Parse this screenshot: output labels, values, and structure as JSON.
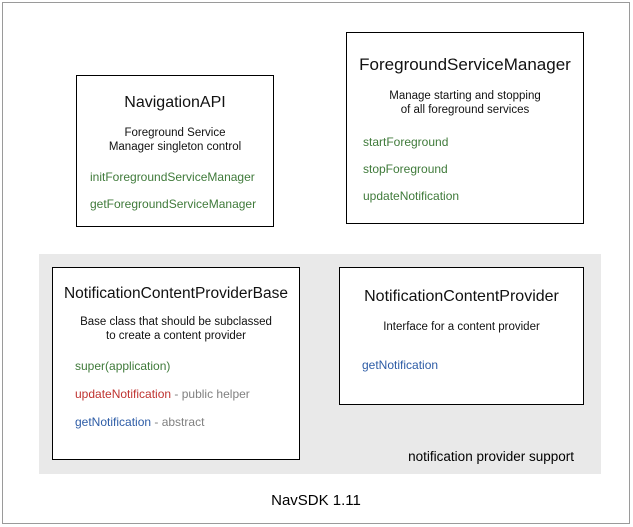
{
  "diagram": {
    "footer_label": "NavSDK 1.11",
    "group_panel": {
      "label": "notification provider support"
    },
    "colors": {
      "green": "#3f7a3a",
      "red": "#bf3330",
      "blue": "#2d5ca6",
      "gray_note": "#808080",
      "panel_background": "#e9e9e9",
      "box_border": "#000000",
      "frame_border": "#9a9a9a"
    },
    "boxes": [
      {
        "id": "navigation-api",
        "title": "NavigationAPI",
        "description": "Foreground Service\nManager singleton control",
        "members": [
          {
            "name": "initForegroundServiceManager",
            "color": "green",
            "note": ""
          },
          {
            "name": "getForegroundServiceManager",
            "color": "green",
            "note": ""
          }
        ]
      },
      {
        "id": "foreground-service-manager",
        "title": "ForegroundServiceManager",
        "description": "Manage starting and stopping\nof all foreground services",
        "members": [
          {
            "name": "startForeground",
            "color": "green",
            "note": ""
          },
          {
            "name": "stopForeground",
            "color": "green",
            "note": ""
          },
          {
            "name": "updateNotification",
            "color": "green",
            "note": ""
          }
        ]
      },
      {
        "id": "notification-content-provider-base",
        "title": "NotificationContentProviderBase",
        "description": "Base class that should be subclassed\nto create a content provider",
        "members": [
          {
            "name": "super(application)",
            "color": "green",
            "note": ""
          },
          {
            "name": "updateNotification",
            "color": "red",
            "note": " - public helper"
          },
          {
            "name": "getNotification",
            "color": "blue",
            "note": " - abstract"
          }
        ]
      },
      {
        "id": "notification-content-provider",
        "title": "NotificationContentProvider",
        "description": "Interface for a content provider",
        "members": [
          {
            "name": "getNotification",
            "color": "blue",
            "note": ""
          }
        ]
      }
    ]
  }
}
